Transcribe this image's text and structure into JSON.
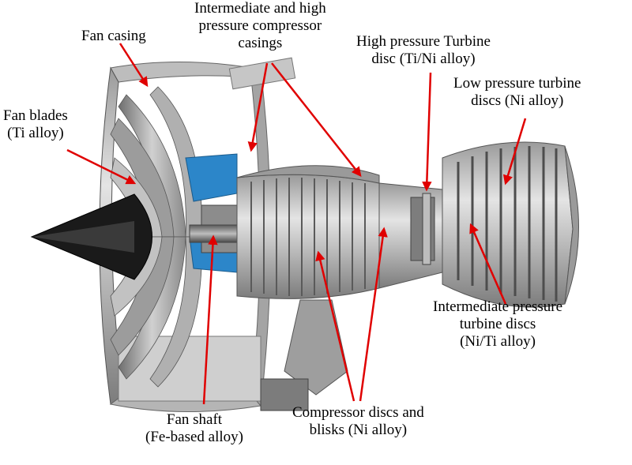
{
  "labels": {
    "fan_casing": {
      "line1": "Fan casing"
    },
    "compressor_casings": {
      "line1": "Intermediate and high",
      "line2": "pressure compressor",
      "line3": "casings"
    },
    "hp_turbine_disc": {
      "line1": "High pressure Turbine",
      "line2": "disc (Ti/Ni alloy)"
    },
    "lp_turbine_discs": {
      "line1": "Low pressure turbine",
      "line2": "discs (Ni alloy)"
    },
    "fan_blades": {
      "line1": "Fan blades",
      "line2": "(Ti alloy)"
    },
    "ip_turbine_discs": {
      "line1": "Intermediate pressure",
      "line2": "turbine discs",
      "line3": "(Ni/Ti alloy)"
    },
    "fan_shaft": {
      "line1": "Fan shaft",
      "line2": "(Fe-based alloy)"
    },
    "compressor_discs": {
      "line1": "Compressor discs and",
      "line2": "blisks (Ni alloy)"
    }
  },
  "colors": {
    "arrow": "#e00000",
    "metal_light": "#d6d6d6",
    "metal_mid": "#a9a9a9",
    "metal_dark": "#555555",
    "accent_blue": "#2c86c9",
    "nose_cone": "#1a1a1a"
  }
}
